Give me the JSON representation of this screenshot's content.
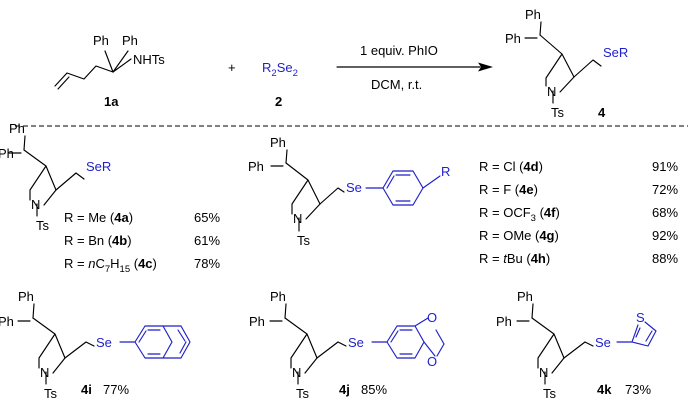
{
  "colors": {
    "ink": "#000000",
    "accent": "#1f1fcc"
  },
  "reaction": {
    "reactant1": {
      "ph_a": "Ph",
      "ph_b": "Ph",
      "nhts": "NHTs",
      "label": "1a"
    },
    "plus": "+",
    "reactant2": {
      "r2": "R",
      "r2_sub": "2",
      "se": "Se",
      "se_sub": "2",
      "label": "2"
    },
    "conditions_top": "1 equiv. PhIO",
    "conditions_bottom": "DCM, r.t.",
    "product": {
      "ph_a": "Ph",
      "ph_b": "Ph",
      "ser": "SeR",
      "n": "N",
      "ts": "Ts",
      "label": "4"
    }
  },
  "scope_alkyl": {
    "ph_a": "Ph",
    "ph_b": "Ph",
    "ser": "SeR",
    "n": "N",
    "ts": "Ts",
    "rows": [
      {
        "r": "R = Me (",
        "cmpd": "4a",
        "close": ")",
        "yield": "65%"
      },
      {
        "r": "R = Bn (",
        "cmpd": "4b",
        "close": ")",
        "yield": "61%"
      },
      {
        "r_pre": "R = ",
        "r_it": "n",
        "r_c": "C",
        "r_c_sub": "7",
        "r_h": "H",
        "r_h_sub": "15",
        "open": " (",
        "cmpd": "4c",
        "close": ")",
        "yield": "78%"
      }
    ]
  },
  "scope_aryl": {
    "ph_a": "Ph",
    "ph_b": "Ph",
    "se": "Se",
    "r": "R",
    "n": "N",
    "ts": "Ts",
    "rows": [
      {
        "r": "R = Cl (",
        "cmpd": "4d",
        "close": ")",
        "yield": "91%"
      },
      {
        "r": "R = F (",
        "cmpd": "4e",
        "close": ")",
        "yield": "72%"
      },
      {
        "r": "R = OCF",
        "sub": "3",
        "open": " (",
        "cmpd": "4f",
        "close": ")",
        "yield": "68%"
      },
      {
        "r": "R = OMe (",
        "cmpd": "4g",
        "close": ")",
        "yield": "92%"
      },
      {
        "r_pre": "R = ",
        "r_it": "t",
        "r_rest": "Bu (",
        "cmpd": "4h",
        "close": ")",
        "yield": "88%"
      }
    ]
  },
  "examples": [
    {
      "ph_a": "Ph",
      "ph_b": "Ph",
      "se": "Se",
      "n": "N",
      "ts": "Ts",
      "cmpd": "4i",
      "yield": "77%"
    },
    {
      "ph_a": "Ph",
      "ph_b": "Ph",
      "se": "Se",
      "n": "N",
      "ts": "Ts",
      "o1": "O",
      "o2": "O",
      "cmpd": "4j",
      "yield": "85%"
    },
    {
      "ph_a": "Ph",
      "ph_b": "Ph",
      "se": "Se",
      "n": "N",
      "ts": "Ts",
      "s": "S",
      "cmpd": "4k",
      "yield": "73%"
    }
  ]
}
